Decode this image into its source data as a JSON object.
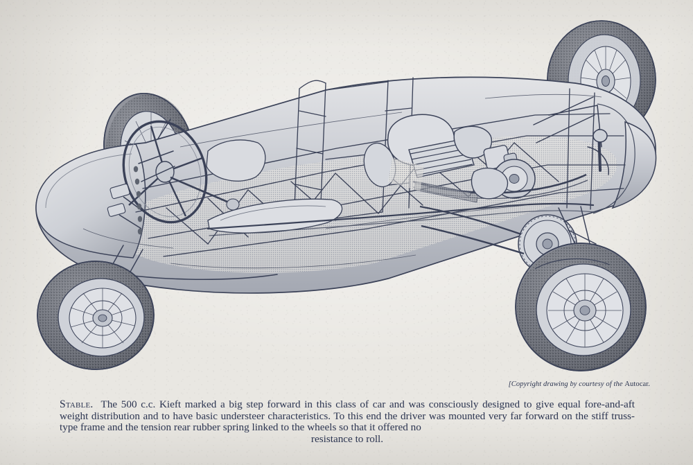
{
  "page": {
    "background_color": "#e9e7e2",
    "ink_color": "#2b3450"
  },
  "figure": {
    "name": "kieft-500cc-cutaway-drawing",
    "subject": "500 c.c. Kieft racing car cutaway illustration",
    "description": "Three-quarter high-angle cutaway line drawing of a 500 c.c. Kieft single-seat racing car showing the tubular truss frame, forward-mounted driver seat and steering wheel, rear-mounted single-cylinder motorcycle engine with finned barrel, chain final drive, tension rubber rear suspension and four wire-spoked wheels with balloon tyres.",
    "ink_color": "#3b4258",
    "tone_light": "#d7d9de",
    "tone_mid": "#9aa0ad",
    "tone_dark": "#5d636f",
    "tyre_color": "#6f727a"
  },
  "credit": {
    "prefix": "[",
    "italic_text": "Copyright drawing by courtesy of the ",
    "roman_text": "Autocar."
  },
  "caption": {
    "lead_word": "Stable.",
    "body": "The 500 c.c. Kieft marked a big step forward in this class of car and was consciously designed to give equal fore-and-aft weight distribution and to have basic understeer characteristics.  To this end the driver was mounted very far forward on the stiff truss-type frame and the tension rear rubber spring linked to the wheels so that it offered no",
    "last_line": "resistance to roll."
  }
}
